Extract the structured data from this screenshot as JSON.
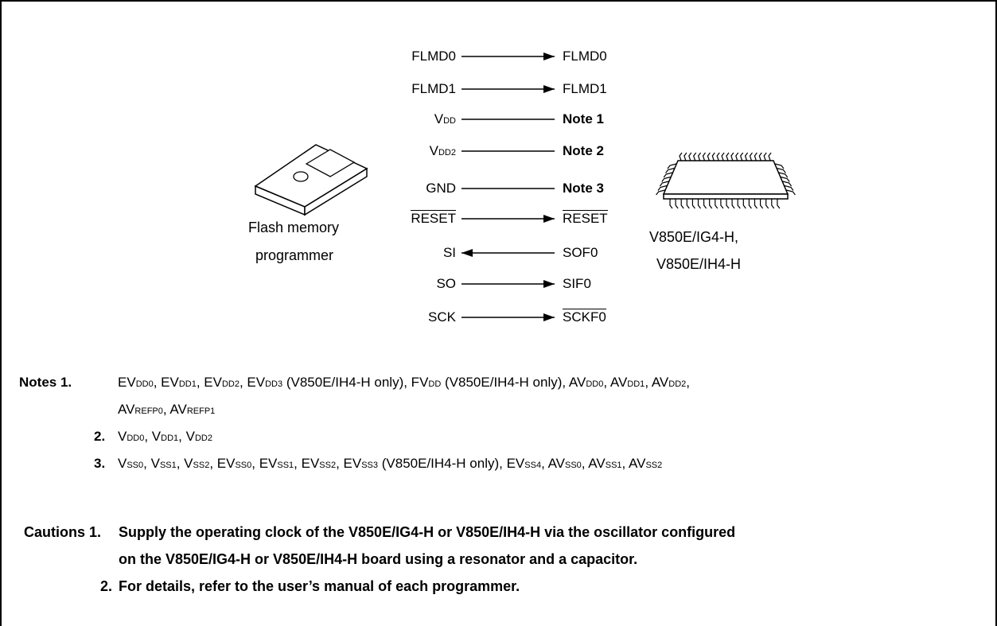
{
  "diagram": {
    "programmer_label_line1": "Flash memory",
    "programmer_label_line2": "programmer",
    "device_label_line1": "V850E/IG4-H,",
    "device_label_line2": "V850E/IH4-H",
    "signals": [
      {
        "left": "FLMD0",
        "right": "FLMD0",
        "direction": "right"
      },
      {
        "left": "FLMD1",
        "right": "FLMD1",
        "direction": "right"
      },
      {
        "left_main": "V",
        "left_sub": "DD",
        "right": "Note 1",
        "direction": "none"
      },
      {
        "left_main": "V",
        "left_sub": "DD2",
        "right": "Note 2",
        "direction": "none"
      },
      {
        "left": "GND",
        "right": "Note 3",
        "direction": "none"
      },
      {
        "left": "RESET",
        "right": "RESET",
        "direction": "right"
      },
      {
        "left": "SI",
        "right": "SOF0",
        "direction": "left"
      },
      {
        "left": "SO",
        "right": "SIF0",
        "direction": "right"
      },
      {
        "left": "SCK",
        "right": "SCKF0",
        "direction": "right"
      }
    ]
  },
  "notes": {
    "heading": "Notes 1.",
    "n1_line1": [
      [
        "EV",
        "DD0"
      ],
      [
        ", EV",
        "DD1"
      ],
      [
        ", EV",
        "DD2"
      ],
      [
        ", EV",
        "DD3"
      ],
      [
        " (V850E/IH4-H only), FV",
        "DD"
      ],
      [
        " (V850E/IH4-H only), AV",
        "DD0"
      ],
      [
        ", AV",
        "DD1"
      ],
      [
        ", AV",
        "DD2"
      ],
      [
        ",",
        ""
      ]
    ],
    "n1_line2": [
      [
        "AV",
        "REFP0"
      ],
      [
        ", AV",
        "REFP1"
      ]
    ],
    "n2_num": "2.",
    "n2": [
      [
        "V",
        "DD0"
      ],
      [
        ", V",
        "DD1"
      ],
      [
        ", V",
        "DD2"
      ]
    ],
    "n3_num": "3.",
    "n3": [
      [
        "V",
        "SS0"
      ],
      [
        ", V",
        "SS1"
      ],
      [
        ", V",
        "SS2"
      ],
      [
        ", EV",
        "SS0"
      ],
      [
        ", EV",
        "SS1"
      ],
      [
        ", EV",
        "SS2"
      ],
      [
        ", EV",
        "SS3"
      ],
      [
        " (V850E/IH4-H only), EV",
        "SS4"
      ],
      [
        ", AV",
        "SS0"
      ],
      [
        ", AV",
        "SS1"
      ],
      [
        ", AV",
        "SS2"
      ]
    ]
  },
  "cautions": {
    "heading": "Cautions 1.",
    "c1_line1": "Supply the operating clock of the V850E/IG4-H or V850E/IH4-H via the oscillator configured",
    "c1_line2": "on the V850E/IG4-H or V850E/IH4-H board using a resonator and a capacitor.",
    "c2_num": "2.",
    "c2": "For details, refer to the user’s manual of each programmer."
  }
}
